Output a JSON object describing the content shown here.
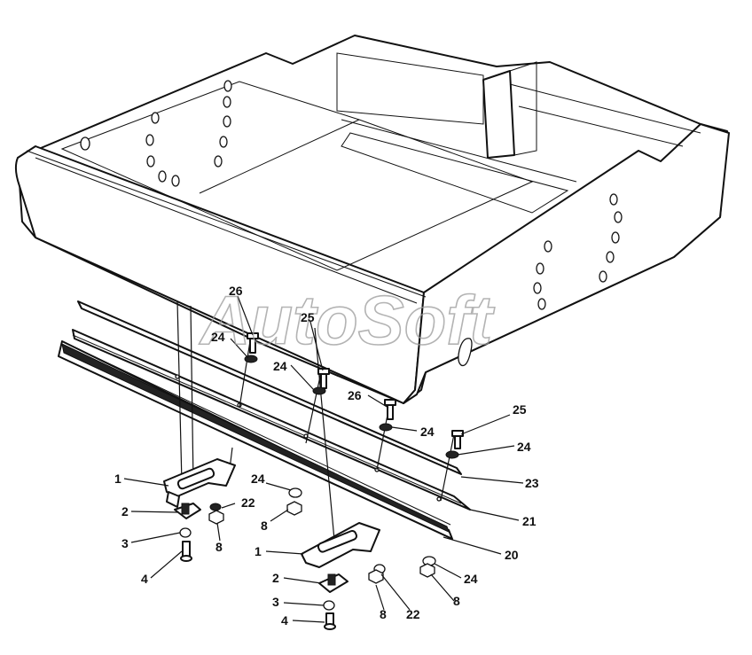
{
  "watermark": "AutoSoft",
  "labels": {
    "l26a": "26",
    "l25a": "25",
    "l24a": "24",
    "l24b": "24",
    "l26b": "26",
    "l24c": "24",
    "l25b": "25",
    "l24d": "24",
    "l23": "23",
    "l21": "21",
    "l20": "20",
    "l24f": "24",
    "l8c": "8",
    "l22b": "22",
    "l8d": "8",
    "l1a": "1",
    "l2a": "2",
    "l3a": "3",
    "l4a": "4",
    "l8a": "8",
    "l22a": "22",
    "l24e": "24",
    "l8b": "8",
    "l1b": "1",
    "l2b": "2",
    "l3b": "3",
    "l4b": "4"
  },
  "colors": {
    "line": "#111111",
    "background": "#ffffff",
    "watermark": "#9a9a9a"
  }
}
